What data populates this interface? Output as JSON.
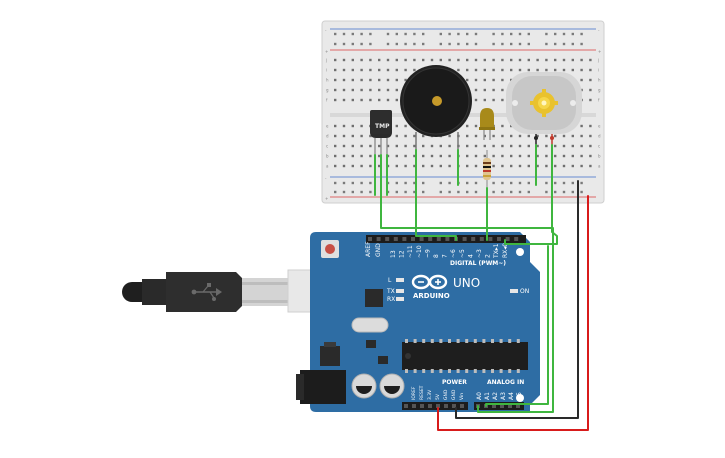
{
  "arduino": {
    "logo_text": "ARDUINO",
    "model": "UNO",
    "digital_label": "DIGITAL (PWM~)",
    "power_label": "POWER",
    "analog_label": "ANALOG IN",
    "tx_label": "TX",
    "rx_label": "RX",
    "l_label": "L",
    "on_label": "ON",
    "aref_label": "AREF",
    "gnd_label": "GND",
    "digital_pins": [
      "13",
      "12",
      "~11",
      "~10",
      "~9",
      "8",
      "7",
      "~6",
      "~5",
      "4",
      "~3",
      "2",
      "TX▸1",
      "RX◂0"
    ],
    "power_pins": [
      "IOREF",
      "RESET",
      "3.3V",
      "5V",
      "GND",
      "GND",
      "Vin"
    ],
    "analog_pins": [
      "A0",
      "A1",
      "A2",
      "A3",
      "A4",
      "A5"
    ]
  },
  "sensor": {
    "label": "TMP"
  },
  "breadboard": {
    "plus": "+",
    "minus": "-",
    "row_letters_top": [
      "j",
      "i",
      "h",
      "g",
      "f"
    ],
    "row_letters_bottom": [
      "e",
      "d",
      "c",
      "b",
      "a"
    ]
  },
  "colors": {
    "board": "#2e6da4",
    "wire_green": "#3fb63f",
    "wire_red": "#d81b1b",
    "wire_black": "#2a2a2a",
    "breadboard": "#ececec"
  },
  "icons": {
    "usb": "usb-icon",
    "motor": "gear-icon"
  }
}
